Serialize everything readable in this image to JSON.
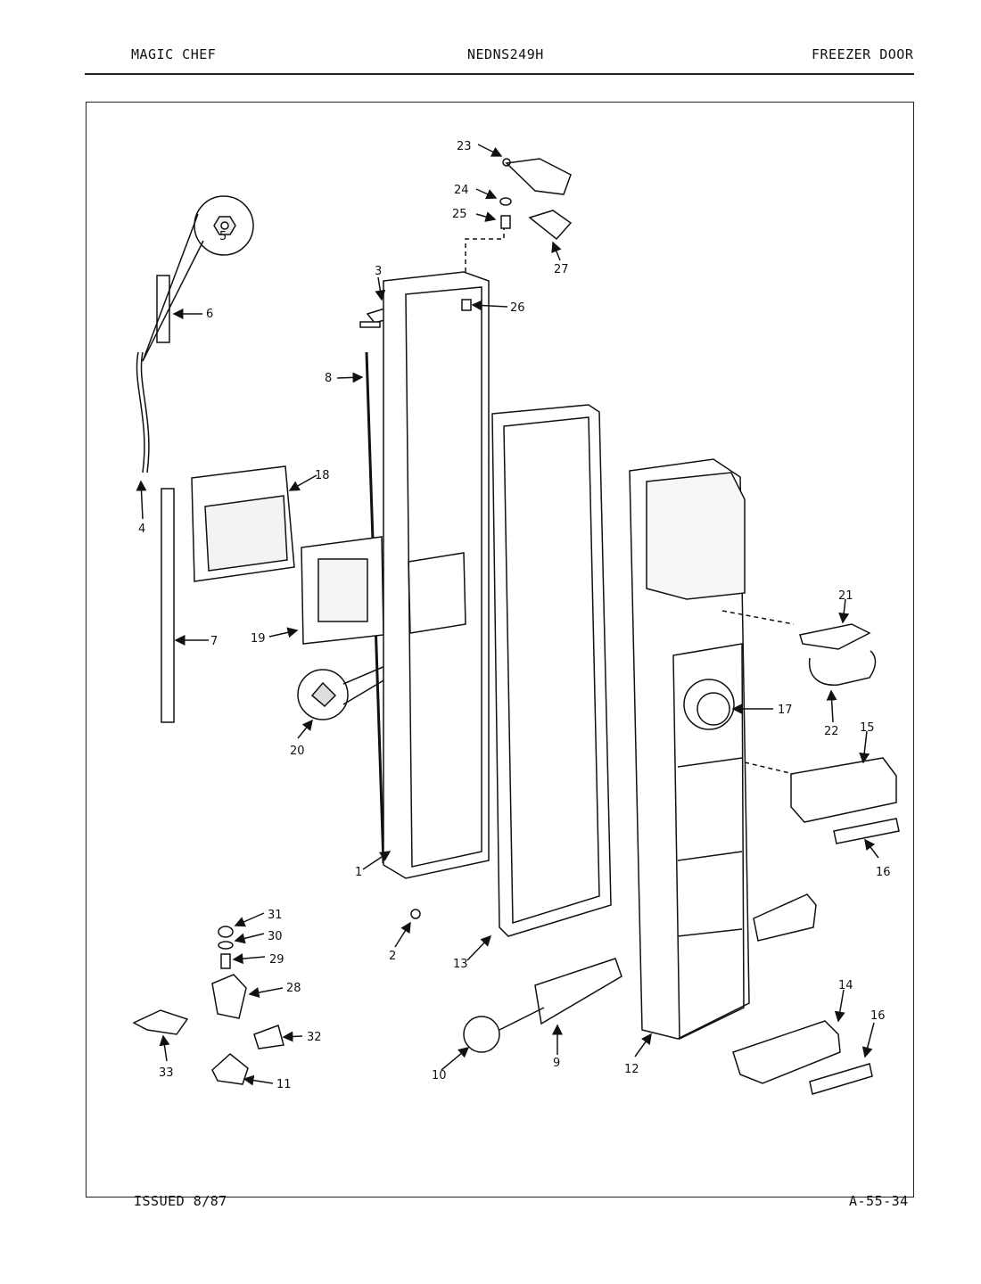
{
  "header": {
    "brand": "MAGIC CHEF",
    "model": "NEDNS249H",
    "section": "FREEZER DOOR"
  },
  "footer": {
    "issued": "ISSUED 8/87",
    "page_code": "A-55-34"
  },
  "diagram": {
    "part_labels": {
      "p1": "1",
      "p2": "2",
      "p3": "3",
      "p4": "4",
      "p5": "5",
      "p6": "6",
      "p7": "7",
      "p8": "8",
      "p9": "9",
      "p10": "10",
      "p11": "11",
      "p12": "12",
      "p13": "13",
      "p14": "14",
      "p15": "15",
      "p16a": "16",
      "p16b": "16",
      "p17": "17",
      "p18": "18",
      "p19": "19",
      "p20": "20",
      "p21": "21",
      "p22": "22",
      "p23": "23",
      "p24": "24",
      "p25": "25",
      "p26": "26",
      "p27": "27",
      "p28": "28",
      "p29": "29",
      "p30": "30",
      "p31": "31",
      "p32": "32",
      "p33": "33"
    }
  }
}
